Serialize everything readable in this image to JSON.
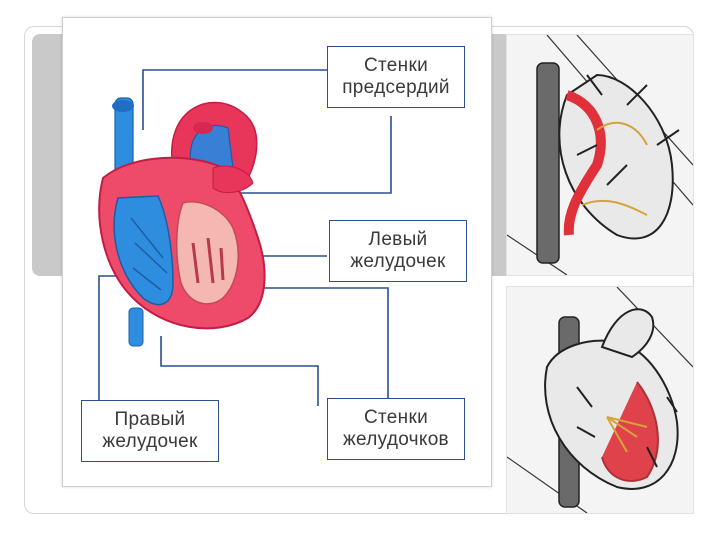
{
  "labels": {
    "atria_walls": {
      "line1": "Стенки",
      "line2": "предсердий"
    },
    "left_ventricle": {
      "line1": "Левый",
      "line2": "желудочек"
    },
    "right_ventricle": {
      "line1": "Правый",
      "line2": "желудочек"
    },
    "ventricle_walls": {
      "line1": "Стенки",
      "line2": "желудочков"
    }
  },
  "colors": {
    "box_border": "#2b4f8f",
    "leader_line": "#2b4f8f",
    "heart_red": "#e8355a",
    "heart_blue": "#1f86d8",
    "valve_red": "#e0303a"
  },
  "icons": [
    "heart-illustration",
    "atrial-systole-illustration",
    "ventricular-systole-illustration"
  ]
}
